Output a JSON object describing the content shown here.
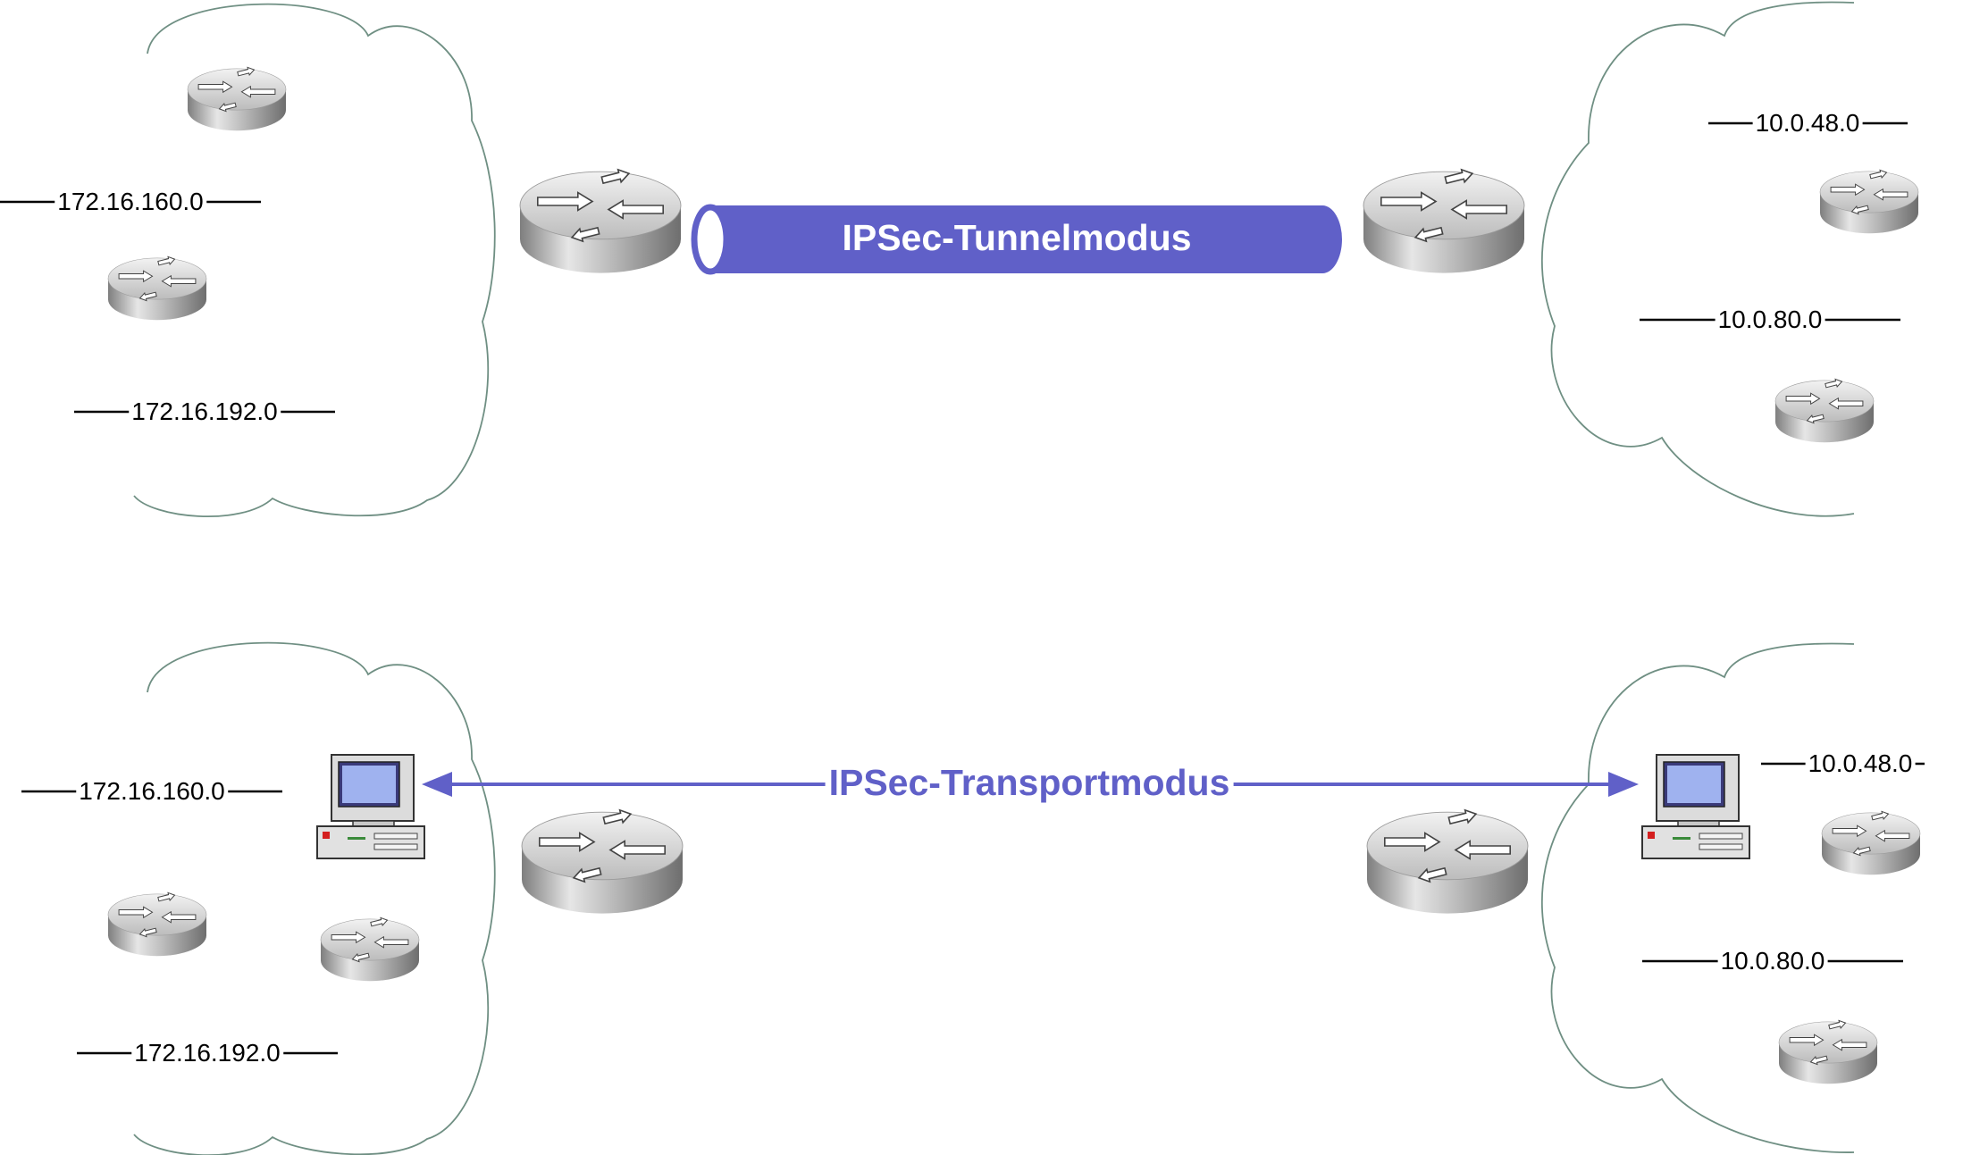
{
  "colors": {
    "accent": "#6060c8",
    "cloud_outline": "#6f8f83",
    "router_body": "#a9a9a9",
    "router_top": "#d7d7d7"
  },
  "tunnel": {
    "label": "IPSec-Tunnelmodus"
  },
  "transport": {
    "label": "IPSec-Transportmodus"
  },
  "top_left": {
    "networks": [
      "172.16.160.0",
      "172.16.192.0"
    ]
  },
  "top_right": {
    "networks": [
      "10.0.48.0",
      "10.0.80.0"
    ]
  },
  "bottom_left": {
    "networks": [
      "172.16.160.0",
      "172.16.192.0"
    ]
  },
  "bottom_right": {
    "networks": [
      "10.0.48.0",
      "10.0.80.0"
    ]
  },
  "icons": {
    "router": "router-icon",
    "workstation": "workstation-icon",
    "cloud": "cloud-icon"
  }
}
